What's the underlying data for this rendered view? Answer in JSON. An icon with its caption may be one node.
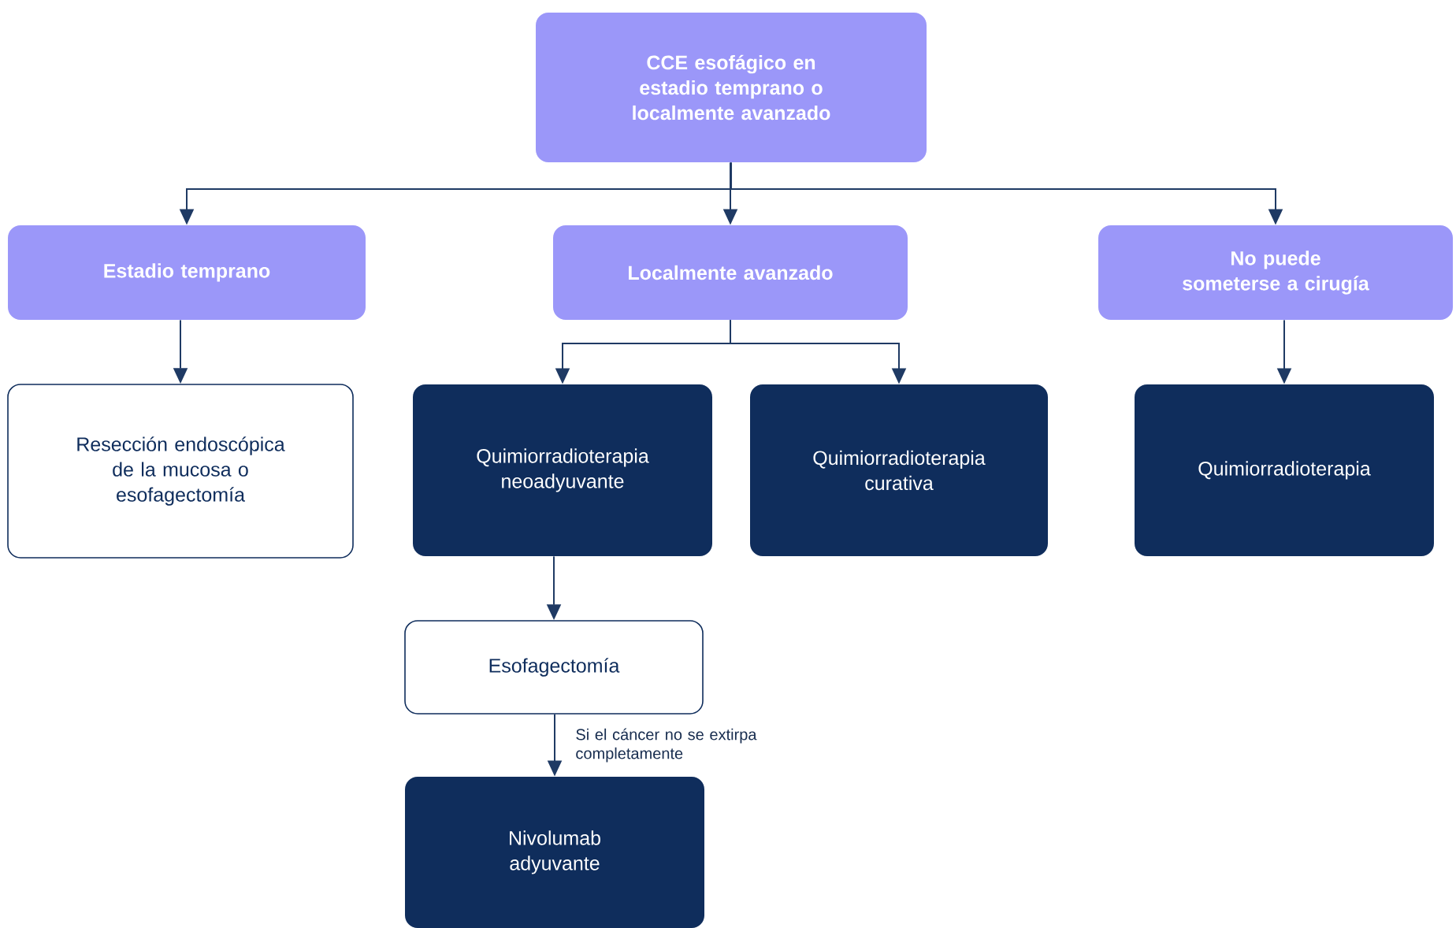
{
  "diagram": {
    "nodes": [
      {
        "text": [
          "CCE esofágico en estadio temprano o localmente avanzado"
        ]
      },
      {
        "text": [
          "Estadio temprano"
        ]
      },
      {
        "text": [
          "Localmente avanzado"
        ]
      },
      {
        "text": [
          "No puede someterse a cirugía"
        ]
      },
      {
        "text": [
          "Resección endoscópica de la mucosa o esofagectomía"
        ]
      },
      {
        "text": [
          "Quimiorradioterapia neoadyuvante"
        ]
      },
      {
        "text": [
          "Quimiorradioterapia curativa"
        ]
      },
      {
        "text": [
          "Quimiorradioterapia"
        ]
      },
      {
        "text": [
          "Esofagectomía"
        ]
      },
      {
        "text": [
          "Nivolumab adyuvante"
        ]
      }
    ],
    "edges": [
      {
        "from": 0,
        "to": 1,
        "arrow": "to"
      },
      {
        "from": 0,
        "to": 2,
        "arrow": "to"
      },
      {
        "from": 0,
        "to": 3,
        "arrow": "to"
      },
      {
        "from": 1,
        "to": 4,
        "arrow": "to"
      },
      {
        "from": 2,
        "to": 5,
        "arrow": "to"
      },
      {
        "from": 2,
        "to": 6,
        "arrow": "to"
      },
      {
        "from": 3,
        "to": 7,
        "arrow": "to"
      },
      {
        "from": 5,
        "to": 8,
        "arrow": "to"
      },
      {
        "from": 8,
        "to": 9,
        "arrow": "to",
        "label": "Si el cáncer no se extirpa completamente"
      }
    ]
  }
}
